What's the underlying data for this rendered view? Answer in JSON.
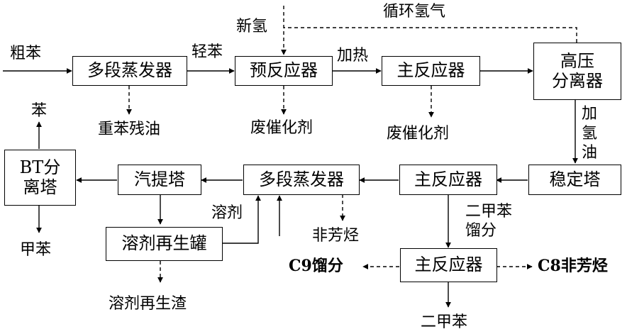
{
  "boxes": {
    "multistage_evaporator_top": "多段蒸发器",
    "pre_reactor": "预反应器",
    "main_reactor_top": "主反应器",
    "hp_separator_line1": "高压",
    "hp_separator_line2": "分离器",
    "stabilizer": "稳定塔",
    "main_reactor_mid": "主反应器",
    "multistage_evaporator_mid": "多段蒸发器",
    "stripper": "汽提塔",
    "bt_column_line1": "BT分",
    "bt_column_line2": "离塔",
    "solvent_regen_tank": "溶剂再生罐",
    "main_reactor_bottom": "主反应器"
  },
  "labels": {
    "crude_benzene": "粗苯",
    "light_benzene": "轻苯",
    "new_hydrogen": "新氢",
    "recycle_hydrogen": "循环氢气",
    "heating": "加热",
    "heavy_residue": "重苯残油",
    "spent_catalyst_1": "废催化剂",
    "spent_catalyst_2": "废催化剂",
    "hydro_oil": "加氢油",
    "benzene": "苯",
    "toluene": "甲苯",
    "solvent": "溶剂",
    "non_aromatics": "非芳烃",
    "xylene_fraction_line1": "二甲苯",
    "xylene_fraction_line2": "馏分",
    "c9_fraction": "C9馏分",
    "c8_non_aromatics": "C8非芳烃",
    "solvent_regen_residue": "溶剂再生渣",
    "xylene": "二甲苯"
  }
}
